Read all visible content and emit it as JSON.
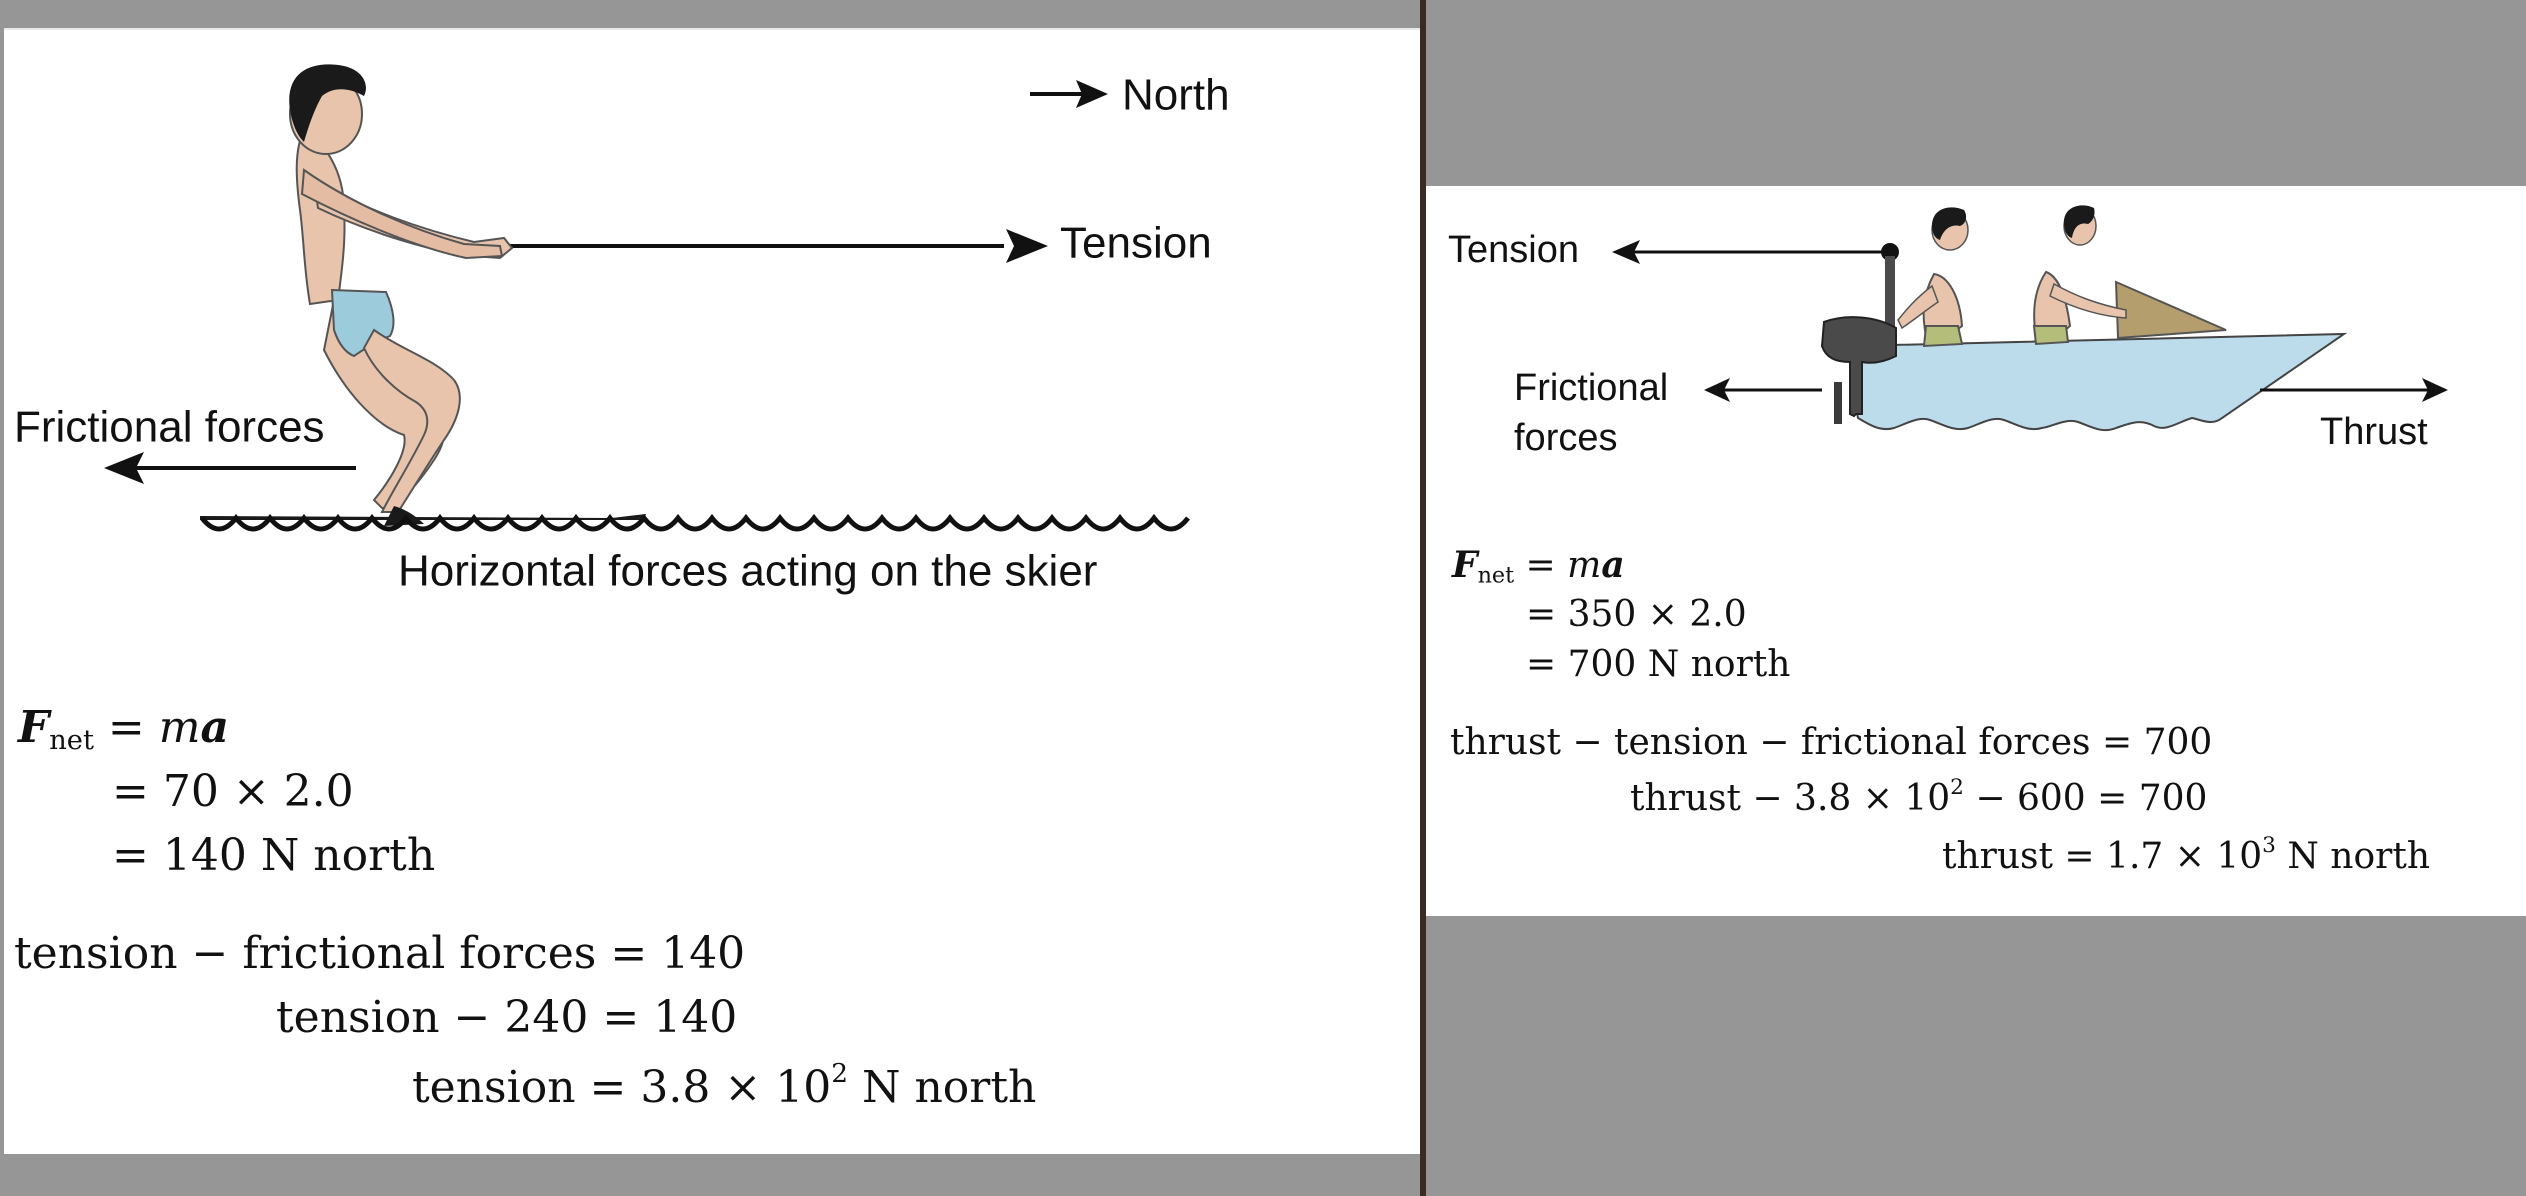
{
  "skier": {
    "north_label": "North",
    "tension_label": "Tension",
    "friction_label": "Frictional forces",
    "caption": "Horizontal forces acting on the skier",
    "eq": {
      "fnet_sym": "F",
      "fnet_sub": "net",
      "fnet_rhs_m": "m",
      "fnet_rhs_a": "a",
      "l2": "= 70 × 2.0",
      "l3": "= 140 N north",
      "l4": "tension − frictional forces = 140",
      "l5": "tension − 240 = 140",
      "l6a": "tension = 3.8 × 10",
      "l6exp": "2",
      "l6b": " N north"
    }
  },
  "boat": {
    "tension_label": "Tension",
    "friction_label_1": "Frictional",
    "friction_label_2": "forces",
    "thrust_label": "Thrust",
    "eq": {
      "fnet_sym": "F",
      "fnet_sub": "net",
      "fnet_rhs_m": "m",
      "fnet_rhs_a": "a",
      "l2": "= 350 × 2.0",
      "l3": "= 700 N north",
      "l4": "thrust − tension − frictional forces = 700",
      "l5a": "thrust − 3.8 × 10",
      "l5exp": "2",
      "l5b": " − 600 = 700",
      "l6a": "thrust = 1.7 × 10",
      "l6exp": "3",
      "l6b": " N north"
    }
  },
  "colors": {
    "background": "#969696",
    "panel": "#ffffff",
    "skin": "#e8c4ad",
    "trunks": "#9ccbdc",
    "boat_hull": "#bcdcec",
    "outboard": "#4a4a4a",
    "rider_shorts": "#b5bd7b",
    "windshield": "#b49e6e"
  }
}
